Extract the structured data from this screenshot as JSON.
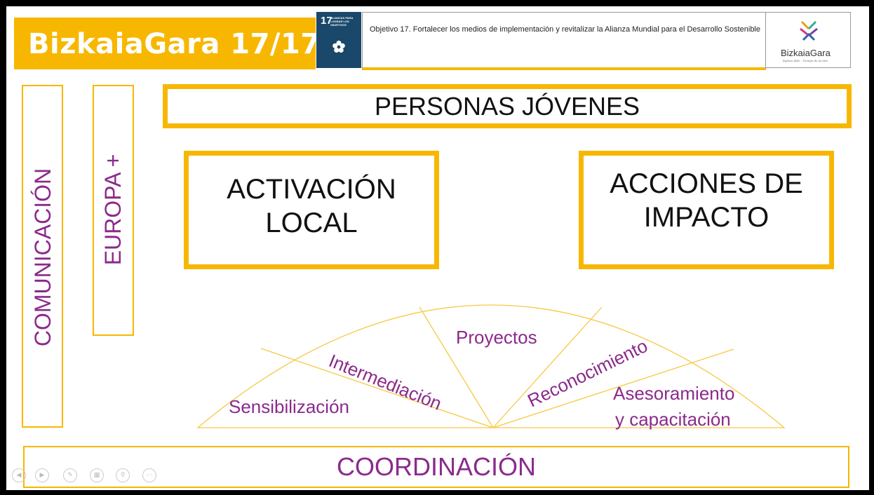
{
  "header": {
    "title": "BizkaiaGara 17/17",
    "sdg_number": "17",
    "sdg_label": "ALIANZAS PARA LOGRAR LOS OBJETIVOS",
    "objective": "Objetivo 17. Fortalecer los medios de implementación y revitalizar la Alianza Mundial para el Desarrollo Sostenible",
    "logo_name": "BizkaiaGara",
    "logo_tagline": "Egitasi Aldo · Tiempo de acción"
  },
  "sides": {
    "comunicacion": "COMUNICACIÓN",
    "europa": "EUROPA +"
  },
  "blocks": {
    "personas": "PERSONAS JÓVENES",
    "activacion_line1": "ACTIVACIÓN",
    "activacion_line2": "LOCAL",
    "acciones_line1": "ACCIONES DE",
    "acciones_line2": "IMPACTO",
    "coordinacion": "COORDINACIÓN"
  },
  "fan": {
    "sensibilizacion": "Sensibilización",
    "intermediacion": "Intermediación",
    "proyectos": "Proyectos",
    "reconocimiento": "Reconocimiento",
    "asesoramiento_line1": "Asesoramiento",
    "asesoramiento_line2": "y capacitación"
  },
  "colors": {
    "accent_yellow": "#f7b700",
    "purple": "#8b2a8c",
    "sdg_blue": "#19486a"
  },
  "nav_icons": [
    "previous-icon",
    "next-icon",
    "pen-icon",
    "slides-icon",
    "zoom-icon",
    "more-icon"
  ]
}
